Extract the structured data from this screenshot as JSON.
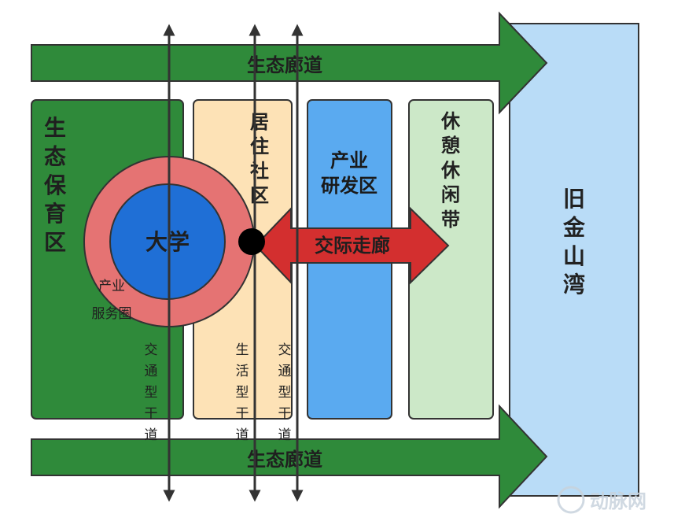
{
  "colors": {
    "corridor": "#2f8a3a",
    "conservation": "#2f8a3a",
    "residential": "#fde2b6",
    "research": "#5aaaf0",
    "leisure": "#cce8c8",
    "bay": "#b9dcf7",
    "ring": "#e57373",
    "university": "#1f6fd6",
    "exchange_arrow": "#d32f2f",
    "outline": "#333333",
    "watermark": "#c8d3dd"
  },
  "labels": {
    "corridor_top": "生态廊道",
    "corridor_bottom": "生态廊道",
    "conservation": "生态保育区",
    "residential": "居住社区",
    "research_line1": "产业",
    "research_line2": "研发区",
    "leisure": "休憩休闲带",
    "bay": "旧金山湾",
    "university": "大学",
    "ring_line1": "产业",
    "ring_line2": "服务圈",
    "exchange": "交际走廊",
    "artery_left": "交通型干道",
    "artery_mid": "生活型干道",
    "artery_right": "交通型干道",
    "watermark": "动脉网"
  }
}
